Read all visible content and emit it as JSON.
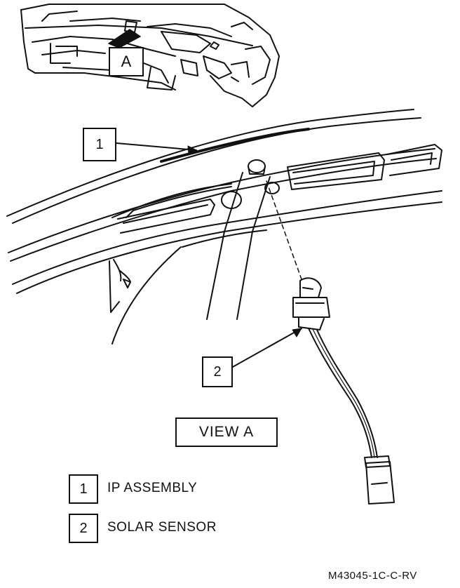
{
  "inset": {
    "view_marker": "A"
  },
  "callouts": [
    {
      "number": "1"
    },
    {
      "number": "2"
    }
  ],
  "view_label": "VIEW A",
  "legend": [
    {
      "number": "1",
      "text": "IP ASSEMBLY"
    },
    {
      "number": "2",
      "text": "SOLAR SENSOR"
    }
  ],
  "reference_code": "M43045-1C-C-RV"
}
